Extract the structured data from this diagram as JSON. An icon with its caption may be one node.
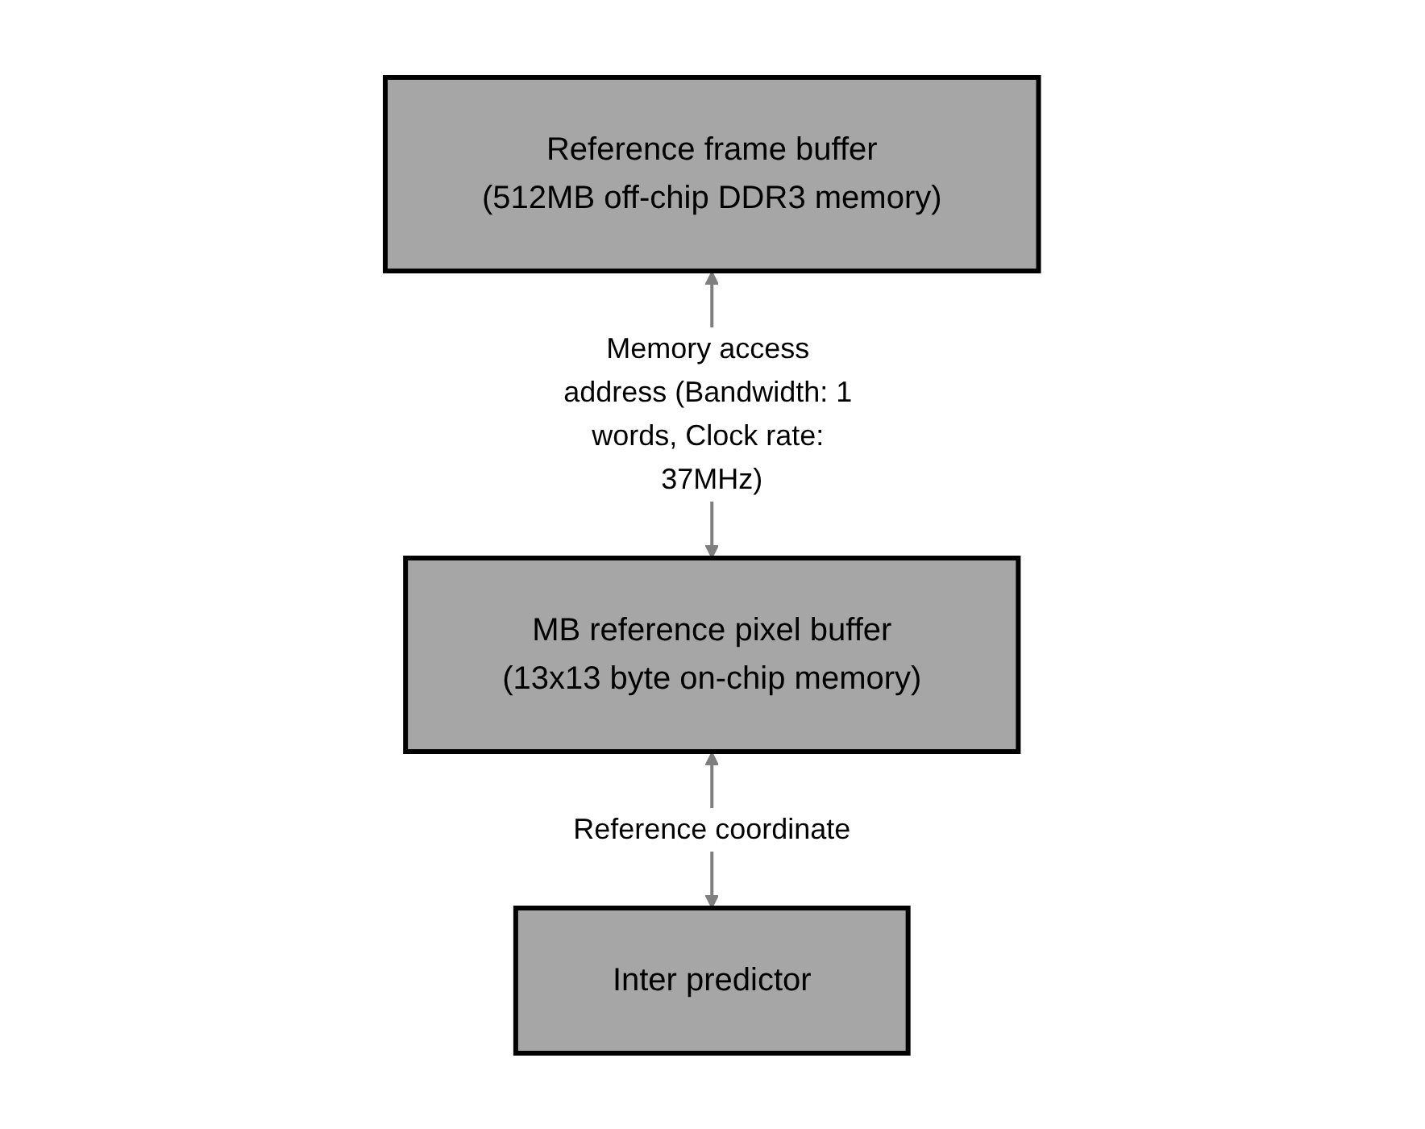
{
  "diagram": {
    "nodes": [
      {
        "text": [
          "Reference frame buffer",
          "(512MB off-chip DDR3 memory)"
        ]
      },
      {
        "text": [
          "MB reference pixel buffer",
          "(13x13 byte on-chip memory)"
        ]
      },
      {
        "text": [
          "Inter predictor"
        ]
      }
    ],
    "edges": [
      {
        "from": 0,
        "to": 1,
        "arrow": "both",
        "label": "Memory access address (Bandwidth: 1 words, Clock rate: 37MHz)"
      },
      {
        "from": 1,
        "to": 2,
        "arrow": "both",
        "label": "Reference coordinate"
      }
    ]
  }
}
